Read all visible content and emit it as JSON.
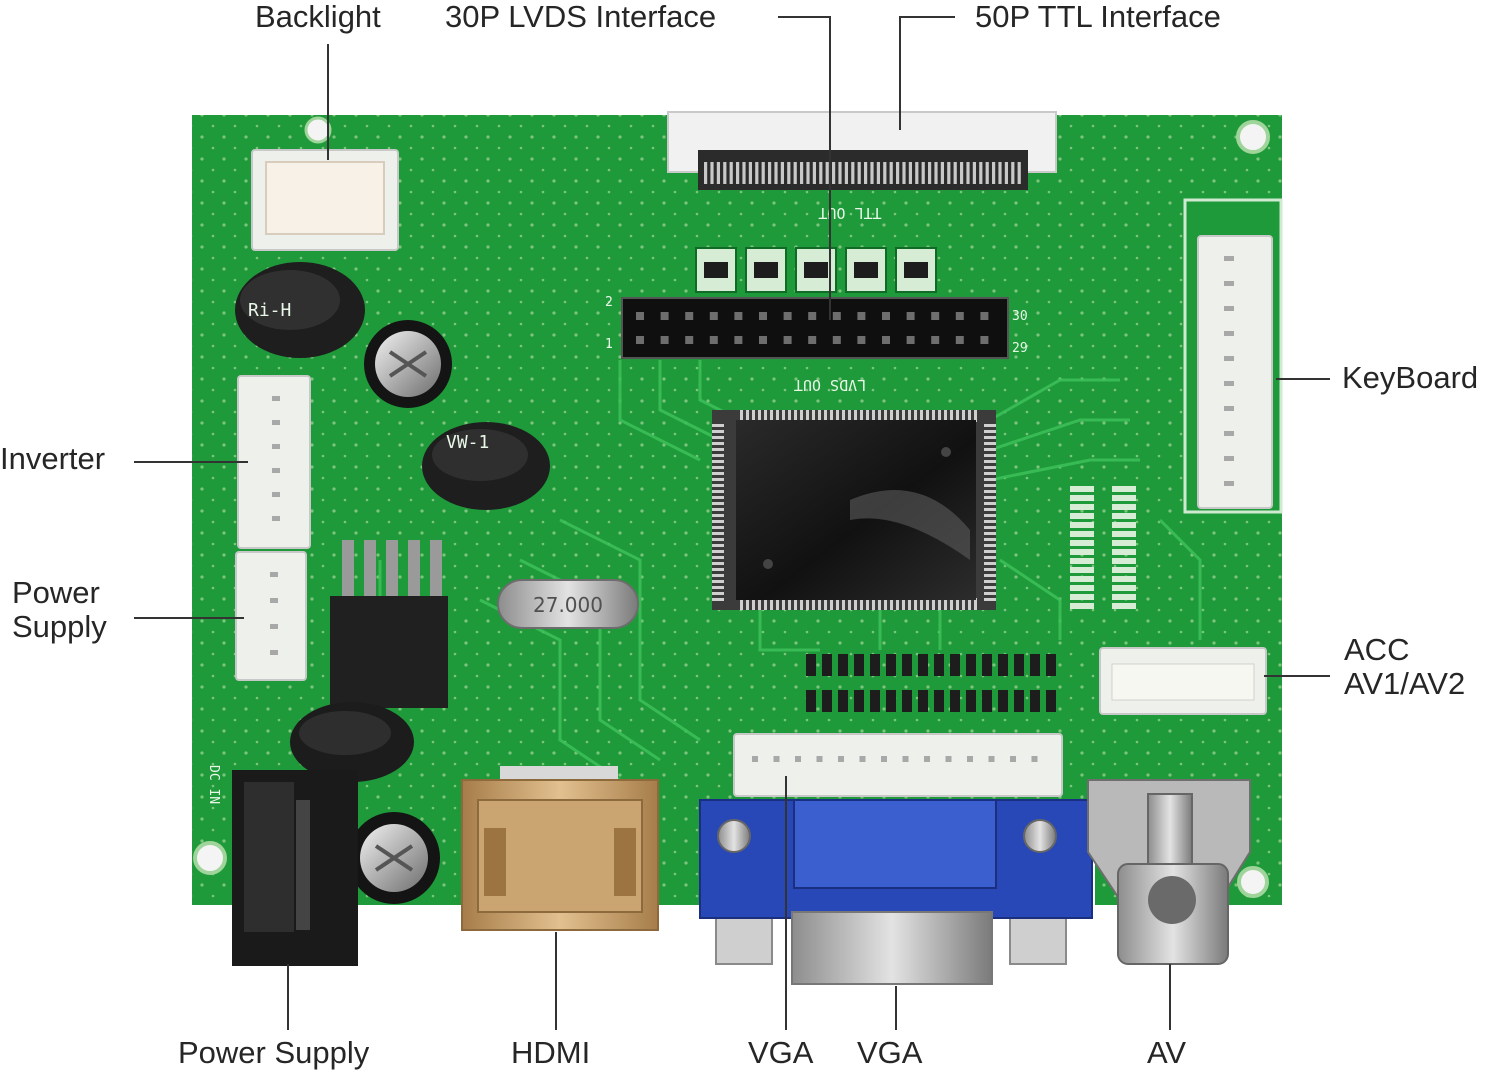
{
  "labels": {
    "backlight": "Backlight",
    "lvds_30p": "30P LVDS Interface",
    "ttl_50p": "50P TTL Interface",
    "keyboard": "KeyBoard",
    "inverter": "Inverter",
    "power_supply_side_1": "Power",
    "power_supply_side_2": "Supply",
    "acc": "ACC",
    "av1_av2": "AV1/AV2",
    "power_supply_bottom": "Power Supply",
    "hdmi": "HDMI",
    "vga_left": "VGA",
    "vga_right": "VGA",
    "av": "AV"
  },
  "board_text": {
    "ttl_out": "TTL OUT",
    "lvds_out": "LVDS OUT",
    "dc_in": "DC IN",
    "crystal": "27.000",
    "pin_2": "2",
    "pin_1": "1",
    "pin_30": "30",
    "pin_29": "29",
    "inductor_1": "Ri-H",
    "inductor_2": "VW-1"
  },
  "colors": {
    "pcb_green": "#1f9a3a",
    "pcb_trace": "#2fb14d",
    "connector_white": "#eef0ec",
    "vga_blue": "#2848b8",
    "hdmi_gold": "#c9a06a",
    "chip_black": "#1b1b1b",
    "leader_line": "#333333",
    "label_text": "#262626"
  }
}
